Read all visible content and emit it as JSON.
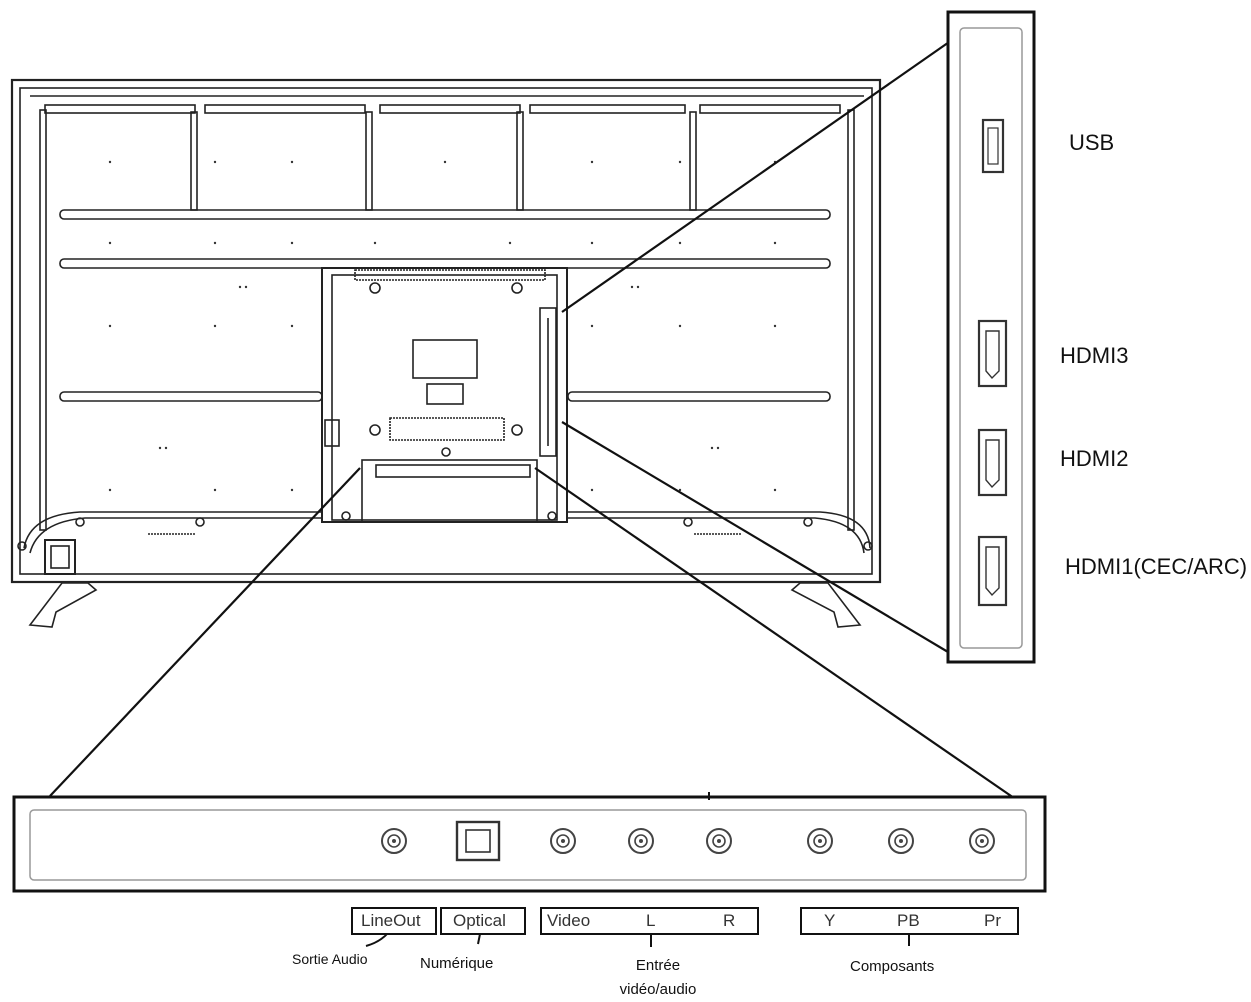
{
  "side_panel": {
    "ports": [
      {
        "label": "USB",
        "type": "usb"
      },
      {
        "label": "HDMI3",
        "type": "hdmi"
      },
      {
        "label": "HDMI2",
        "type": "hdmi"
      },
      {
        "label": "HDMI1(CEC/ARC)",
        "type": "hdmi"
      }
    ]
  },
  "bottom_panel": {
    "groups": [
      {
        "labels": [
          "LineOut"
        ],
        "caption": "Sortie Audio"
      },
      {
        "labels": [
          "Optical"
        ],
        "caption": "Numérique"
      },
      {
        "labels": [
          "Video",
          "L",
          "R"
        ],
        "caption": "Entrée vidéo/audio"
      },
      {
        "labels": [
          "Y",
          "PB",
          "Pr"
        ],
        "caption": "Composants"
      }
    ]
  }
}
